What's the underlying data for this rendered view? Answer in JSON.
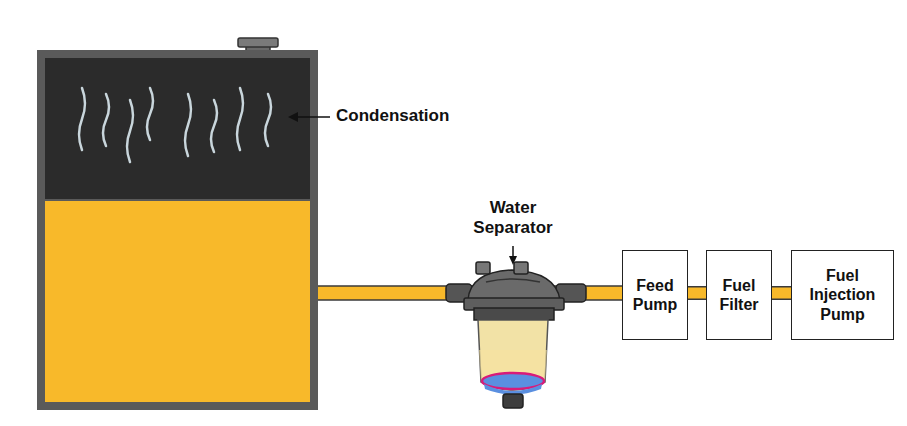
{
  "diagram": {
    "nodes": [
      {
        "text": [
          "Feed Pump"
        ]
      },
      {
        "text": [
          "Fuel Filter"
        ]
      },
      {
        "text": [
          "Fuel Injection Pump"
        ]
      }
    ],
    "edges": [
      {
        "from": 0,
        "to": 1,
        "arrow": "none"
      },
      {
        "from": 1,
        "to": 2,
        "arrow": "none"
      }
    ],
    "labels": [
      "Condensation",
      "Water Separator"
    ]
  }
}
